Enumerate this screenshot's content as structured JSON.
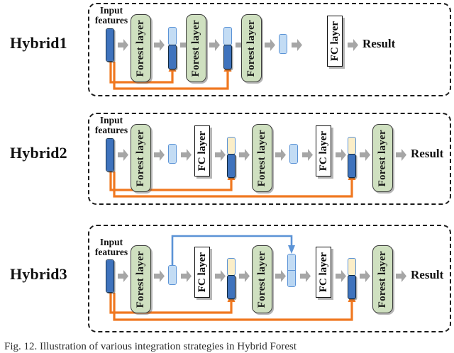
{
  "figure": {
    "caption": "Fig. 12.   Illustration of various integration strategies in Hybrid Forest",
    "colors": {
      "forest_layer_fill": "#cfe0c0",
      "fc_layer_fill": "#ffffff",
      "input_bar": "#3f73bd",
      "light_blue_bar": "#c3dcf4",
      "cream_bar": "#fbeec8",
      "orange_wire": "#f07820",
      "blue_wire": "#5b93d6",
      "arrow_gray": "#a6a6a6"
    }
  },
  "labels": {
    "input_features_line1": "Input",
    "input_features_line2": "features",
    "forest_layer": "Forest layer",
    "fc_layer": "FC layer",
    "result": "Result",
    "arrow_icon": "block-arrow-right"
  },
  "panels": [
    {
      "name": "Hybrid1",
      "title": "Hybrid1",
      "blocks": [
        {
          "kind": "input-bar",
          "label": "Input features"
        },
        {
          "kind": "forest",
          "label": "Forest layer"
        },
        {
          "kind": "composite-bar",
          "top": "light-blue",
          "bottom": "dark-blue"
        },
        {
          "kind": "forest",
          "label": "Forest layer"
        },
        {
          "kind": "composite-bar",
          "top": "light-blue",
          "bottom": "dark-blue"
        },
        {
          "kind": "forest",
          "label": "Forest layer"
        },
        {
          "kind": "light-bar",
          "top": "light-blue"
        },
        {
          "kind": "fc",
          "label": "FC layer"
        },
        {
          "kind": "result",
          "label": "Result"
        }
      ],
      "skip_connections": [
        {
          "color": "orange",
          "from": "input-bar",
          "to": "composite-bar-1"
        },
        {
          "color": "orange",
          "from": "input-bar",
          "to": "composite-bar-2"
        }
      ]
    },
    {
      "name": "Hybrid2",
      "title": "Hybrid2",
      "blocks": [
        {
          "kind": "input-bar",
          "label": "Input features"
        },
        {
          "kind": "forest",
          "label": "Forest layer"
        },
        {
          "kind": "light-bar",
          "top": "light-blue"
        },
        {
          "kind": "fc",
          "label": "FC layer"
        },
        {
          "kind": "composite-bar",
          "top": "cream",
          "bottom": "dark-blue"
        },
        {
          "kind": "forest",
          "label": "Forest layer"
        },
        {
          "kind": "light-bar",
          "top": "light-blue"
        },
        {
          "kind": "fc",
          "label": "FC layer"
        },
        {
          "kind": "composite-bar",
          "top": "cream",
          "bottom": "dark-blue"
        },
        {
          "kind": "forest",
          "label": "Forest layer"
        },
        {
          "kind": "result",
          "label": "Result"
        }
      ],
      "skip_connections": [
        {
          "color": "orange",
          "from": "input-bar",
          "to": "composite-bar-1"
        },
        {
          "color": "orange",
          "from": "input-bar",
          "to": "composite-bar-2"
        }
      ]
    },
    {
      "name": "Hybrid3",
      "title": "Hybrid3",
      "blocks": [
        {
          "kind": "input-bar",
          "label": "Input features"
        },
        {
          "kind": "forest",
          "label": "Forest layer"
        },
        {
          "kind": "light-bar",
          "top": "light-blue"
        },
        {
          "kind": "fc",
          "label": "FC layer"
        },
        {
          "kind": "composite-bar",
          "top": "cream",
          "bottom": "dark-blue"
        },
        {
          "kind": "forest",
          "label": "Forest layer"
        },
        {
          "kind": "stacked-light-bar",
          "segments": 2
        },
        {
          "kind": "fc",
          "label": "FC layer"
        },
        {
          "kind": "composite-bar",
          "top": "cream",
          "bottom": "dark-blue"
        },
        {
          "kind": "forest",
          "label": "Forest layer"
        },
        {
          "kind": "result",
          "label": "Result"
        }
      ],
      "skip_connections": [
        {
          "color": "orange",
          "from": "input-bar",
          "to": "composite-bar-1"
        },
        {
          "color": "orange",
          "from": "input-bar",
          "to": "composite-bar-2"
        },
        {
          "color": "blue",
          "from": "light-bar-1",
          "to": "stacked-light-bar"
        }
      ]
    }
  ]
}
